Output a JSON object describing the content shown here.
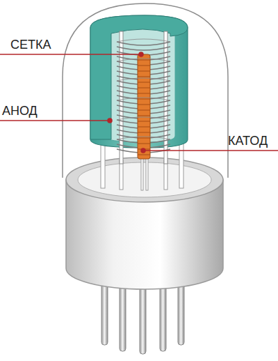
{
  "diagram": {
    "labels": [
      "СЕТКА",
      "АНОД",
      "КАТОД"
    ]
  }
}
